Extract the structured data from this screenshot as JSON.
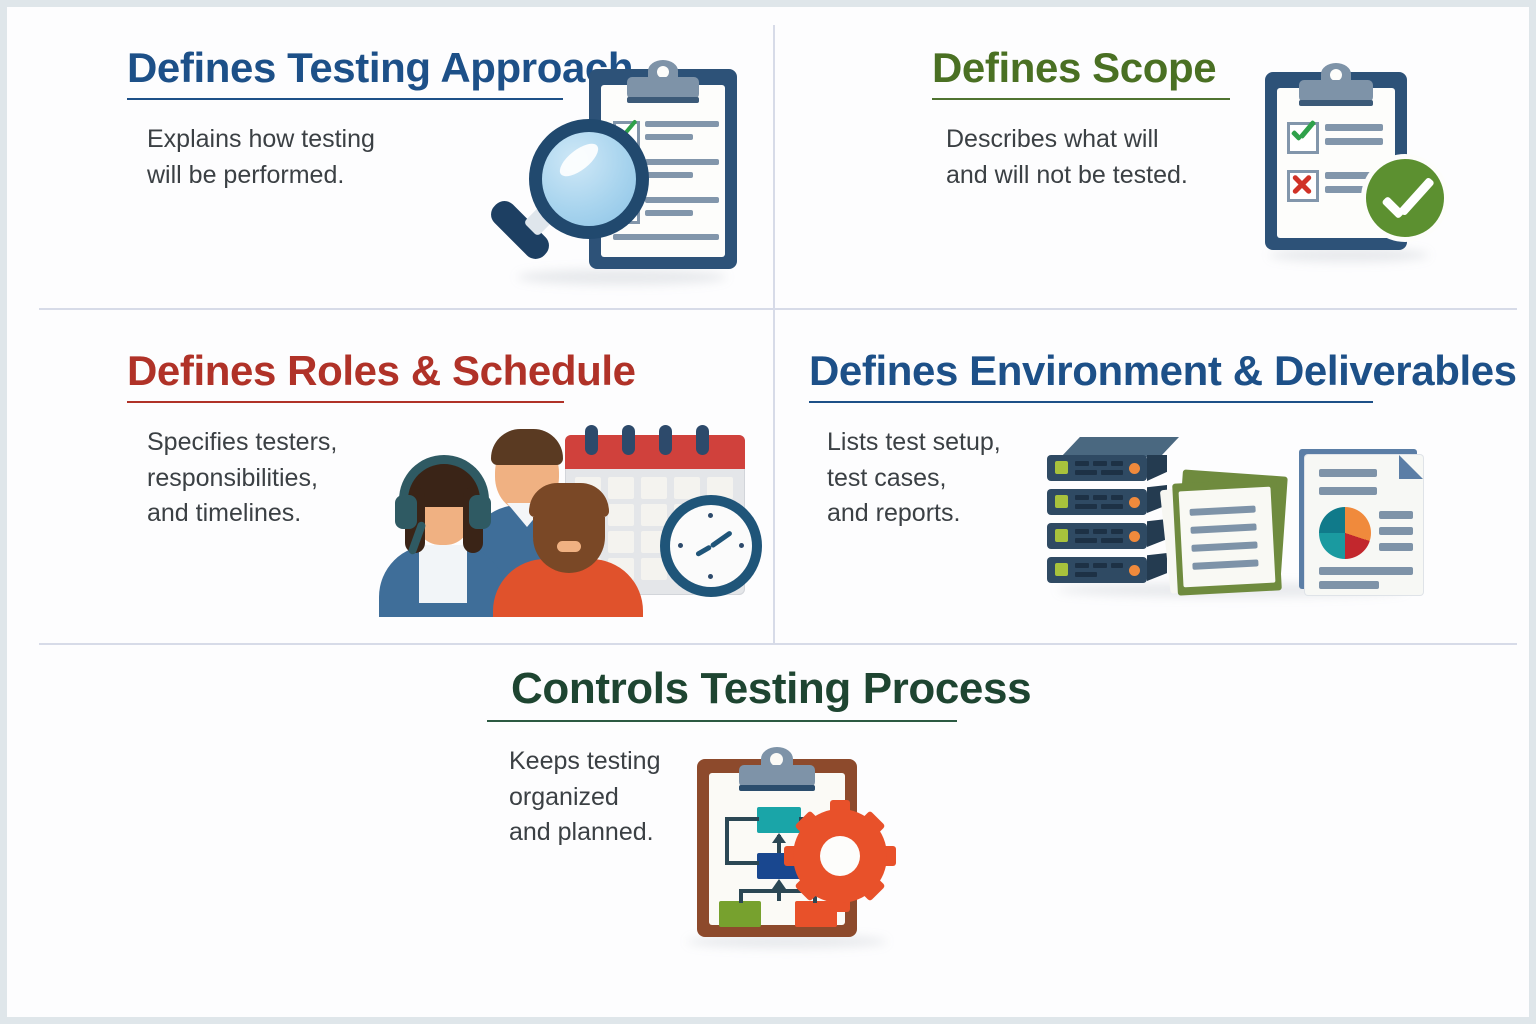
{
  "theme": {
    "background": "#fdfdfe",
    "frame_border": "#dfe6ea",
    "divider": "#d7dbe8",
    "body_text": "#3b4044"
  },
  "cells": [
    {
      "id": "defines-testing-approach",
      "title": "Defines Testing Approach",
      "title_color": "#1d5088",
      "rule_color": "#1d5088",
      "body_lines": [
        "Explains how testing",
        "will be performed."
      ],
      "icon": "clipboard-magnifier-icon"
    },
    {
      "id": "defines-scope",
      "title": "Defines Scope",
      "title_color": "#4a7023",
      "rule_color": "#4f7330",
      "body_lines": [
        "Describes what will",
        "and will not be tested."
      ],
      "icon": "clipboard-check-cross-icon"
    },
    {
      "id": "defines-roles-schedule",
      "title": "Defines Roles & Schedule",
      "title_color": "#b03228",
      "rule_color": "#b03228",
      "body_lines": [
        "Specifies testers,",
        "responsibilities,",
        "and timelines."
      ],
      "icon": "team-calendar-clock-icon"
    },
    {
      "id": "defines-environment-deliverables",
      "title": "Defines Environment & Deliverables",
      "title_color": "#1d5088",
      "rule_color": "#1d5088",
      "body_lines": [
        "Lists test setup,",
        "test cases,",
        "and reports."
      ],
      "icon": "servers-documents-icon"
    },
    {
      "id": "controls-testing-process",
      "title": "Controls Testing Process",
      "title_color": "#1e4531",
      "rule_color": "#2c5a42",
      "body_lines": [
        "Keeps testing",
        "organized",
        "and planned."
      ],
      "icon": "clipboard-flowchart-gear-icon"
    }
  ],
  "icon_colors": {
    "clipboard_navy": "#2d5278",
    "clipboard_brown": "#8d4a2c",
    "clip_gray": "#7e93a8",
    "check_green": "#2fa14a",
    "badge_green": "#5c9030",
    "x_red": "#d03227",
    "magnifier_rim": "#21496e",
    "lens_blue": "#a8d4ee",
    "calendar_red": "#d0413c",
    "clock_blue": "#1f5579",
    "server_slate": "#2f4a63",
    "server_led": "#a8c23c",
    "server_dot": "#f08a3c",
    "doc_green": "#6f8b3e",
    "doc_blue": "#5b7ea6",
    "gear_orange": "#e8512a",
    "flow_teal": "#1aa5a8",
    "flow_navy": "#19478f",
    "flow_green": "#77a12e",
    "flow_orange": "#e8512a",
    "line_gray": "#8296ab"
  },
  "chart_data": {
    "type": "pie",
    "title": "report pie chart",
    "categories": [
      "orange",
      "red",
      "teal",
      "dark-teal"
    ],
    "values": [
      30,
      20,
      25,
      25
    ]
  }
}
